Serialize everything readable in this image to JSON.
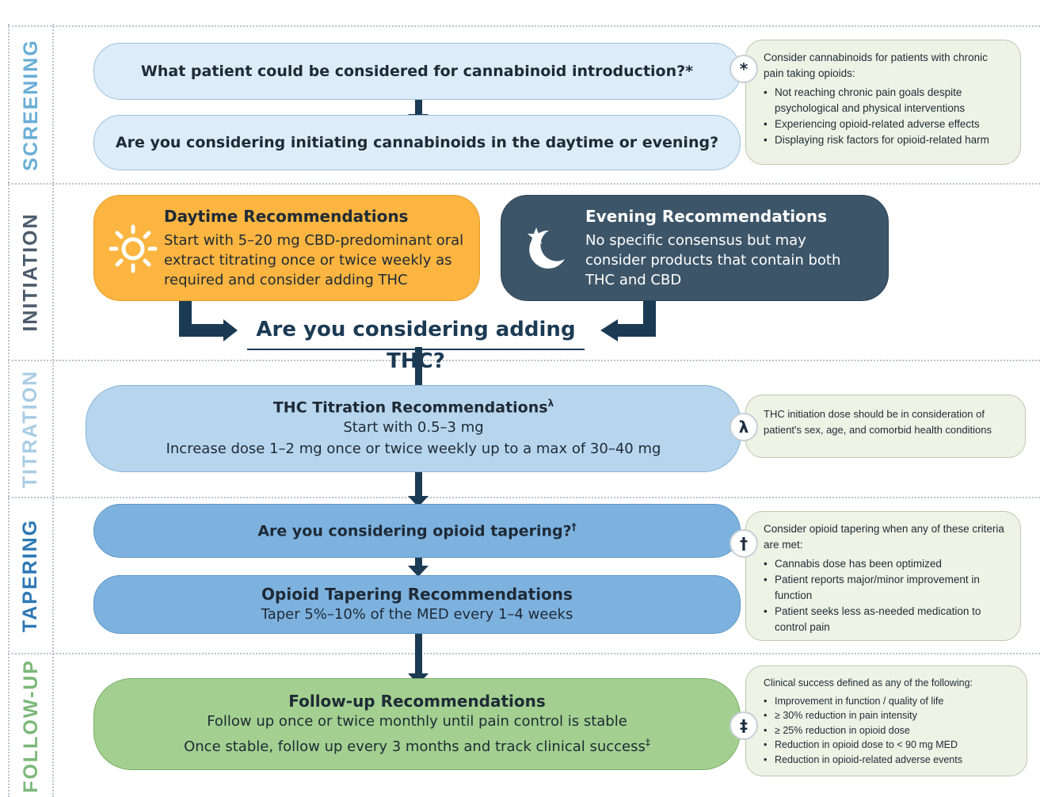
{
  "stages": {
    "screening": "SCREENING",
    "initiation": "INITIATION",
    "titration": "TITRATION",
    "tapering": "TAPERING",
    "followup": "FOLLOW-UP"
  },
  "screening": {
    "q1": "What patient could be considered for cannabinoid introduction?*",
    "q2": "Are you considering initiating cannabinoids in the daytime or evening?",
    "marker": "*",
    "note_intro": "Consider cannabinoids for patients with chronic pain taking opioids:",
    "note_items": [
      "Not reaching chronic pain goals despite psychological and physical interventions",
      "Experiencing opioid-related adverse effects",
      "Displaying risk factors for opioid-related harm"
    ]
  },
  "initiation": {
    "day_title": "Daytime Recommendations",
    "day_text": "Start with 5–20 mg CBD-predominant oral extract titrating once or twice weekly as required and consider adding THC",
    "eve_title": "Evening Recommendations",
    "eve_text": "No specific consensus but may consider products that contain both THC and CBD",
    "question": "Are you considering adding THC?"
  },
  "titration": {
    "title": "THC Titration Recommendations",
    "sup": "λ",
    "line1": "Start with 0.5–3 mg",
    "line2": "Increase dose 1–2 mg once or twice weekly up to a max of 30–40 mg",
    "marker": "λ",
    "note": "THC initiation dose should be in consideration of patient's sex, age, and comorbid health conditions"
  },
  "tapering": {
    "question": "Are you considering opioid tapering?",
    "sup": "†",
    "title": "Opioid Tapering Recommendations",
    "line": "Taper 5%–10% of the MED every 1–4 weeks",
    "marker": "†",
    "note_intro": "Consider opioid tapering when any of these criteria are met:",
    "note_items": [
      "Cannabis dose has been optimized",
      "Patient reports major/minor improvement in function",
      "Patient seeks less as-needed medication to control pain"
    ]
  },
  "followup": {
    "title": "Follow-up Recommendations",
    "line1": "Follow up once or twice monthly until pain control is stable",
    "line2": "Once stable, follow up every 3 months and track clinical success",
    "sup": "‡",
    "marker": "‡",
    "note_intro": "Clinical success defined as any of the following:",
    "note_items": [
      "Improvement in function / quality of life",
      "≥ 30% reduction in pain intensity",
      "≥ 25% reduction in opioid dose",
      "Reduction in opioid dose to < 90 mg MED",
      "Reduction in opioid-related adverse events"
    ]
  },
  "colors": {
    "screening_label": "#6aaed6",
    "initiation_label": "#4b5b6b",
    "titration_label": "#a9cde4",
    "tapering_label": "#2e78b4",
    "followup_label": "#7cb87a",
    "screening_pill": "#dcecf8",
    "daytime_pill": "#fbb540",
    "evening_pill": "#3d5568",
    "titration_pill": "#b7d6ee",
    "tapering_pill": "#7db2df",
    "followup_pill": "#a3d090",
    "arrow": "#1b3a54",
    "note_bg": "#eef3e6"
  },
  "icons": {
    "daytime": "sun-icon",
    "evening": "moon-star-icon"
  }
}
